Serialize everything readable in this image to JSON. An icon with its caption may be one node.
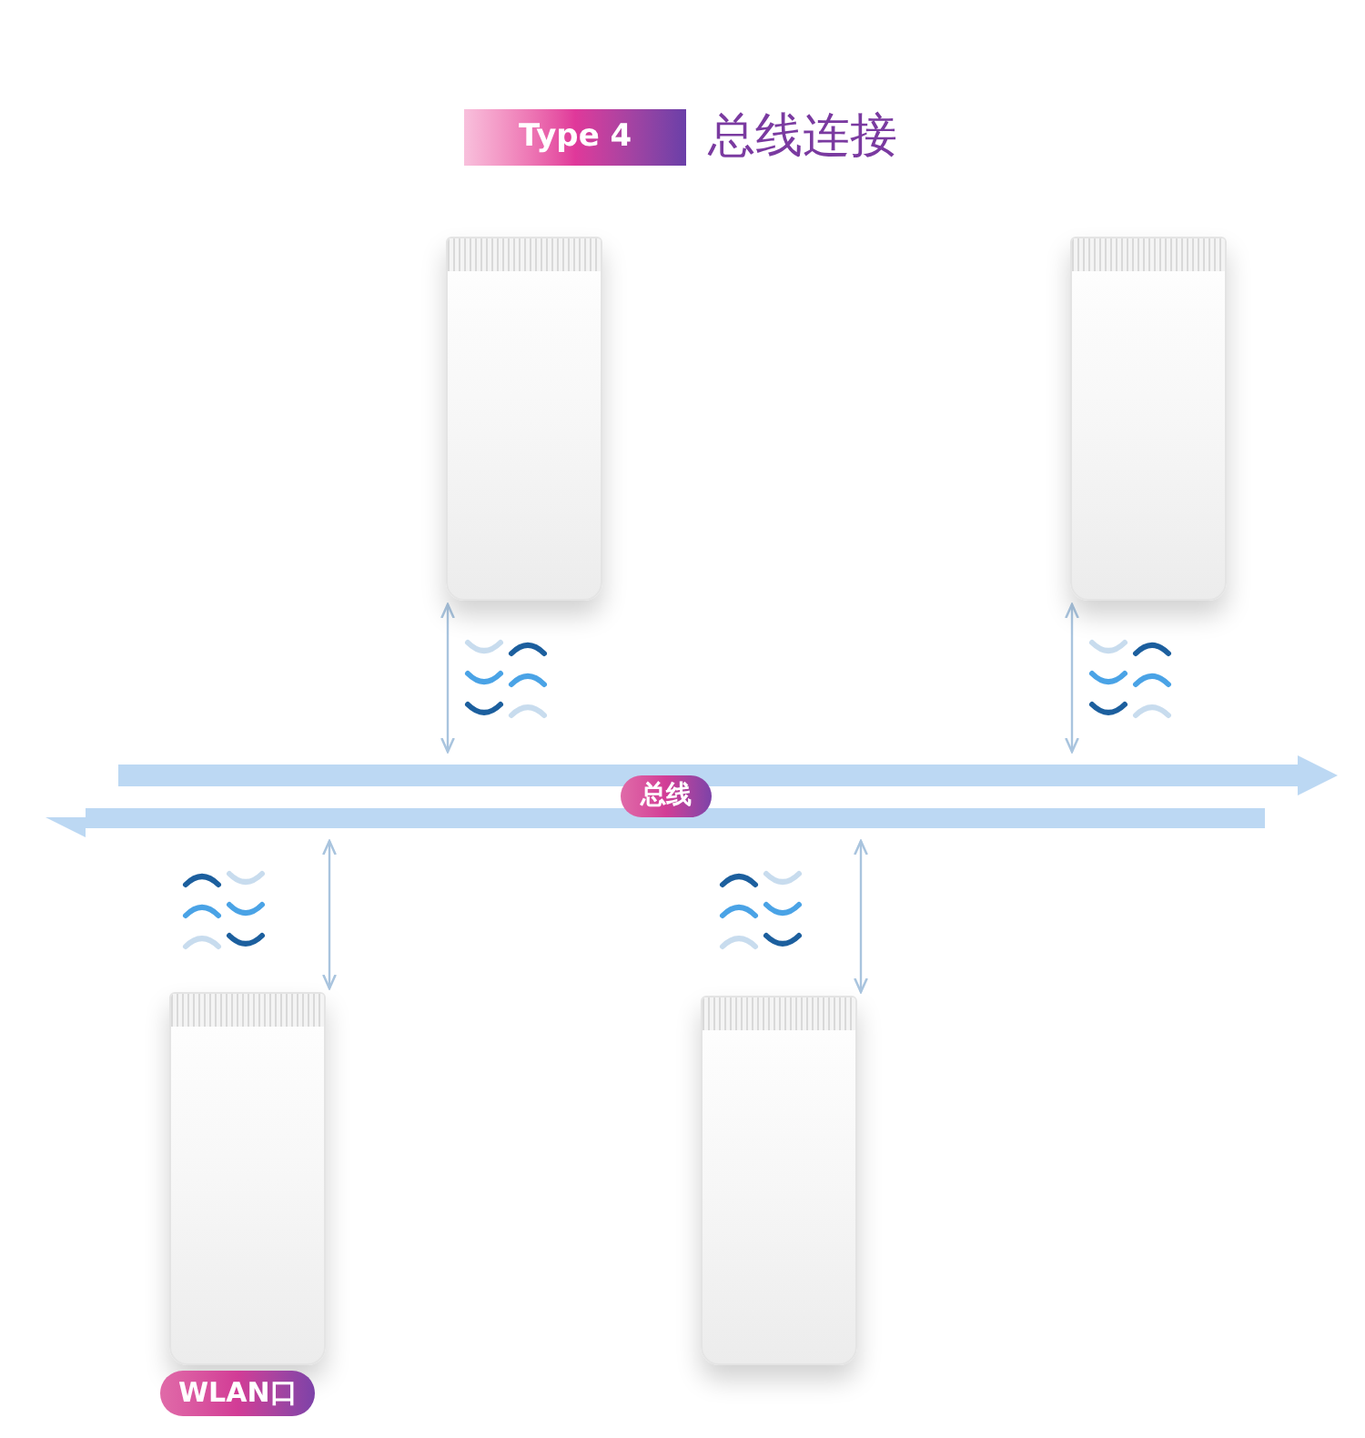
{
  "diagram": {
    "title": "总线连接",
    "labels": [
      "Type 4"
    ],
    "nodes": [
      {
        "text": [],
        "shape": "picture"
      },
      {
        "text": [],
        "shape": "picture"
      },
      {
        "text": [
          "总线"
        ]
      },
      {
        "text": [],
        "shape": "picture",
        "beside": [
          "WLAN口"
        ]
      },
      {
        "text": [],
        "shape": "picture"
      }
    ],
    "edges": [
      {
        "from": 0,
        "to": 2,
        "arrow": "both"
      },
      {
        "from": 1,
        "to": 2,
        "arrow": "both"
      },
      {
        "from": 3,
        "to": 2,
        "arrow": "both"
      },
      {
        "from": 4,
        "to": 2,
        "arrow": "both"
      }
    ]
  }
}
